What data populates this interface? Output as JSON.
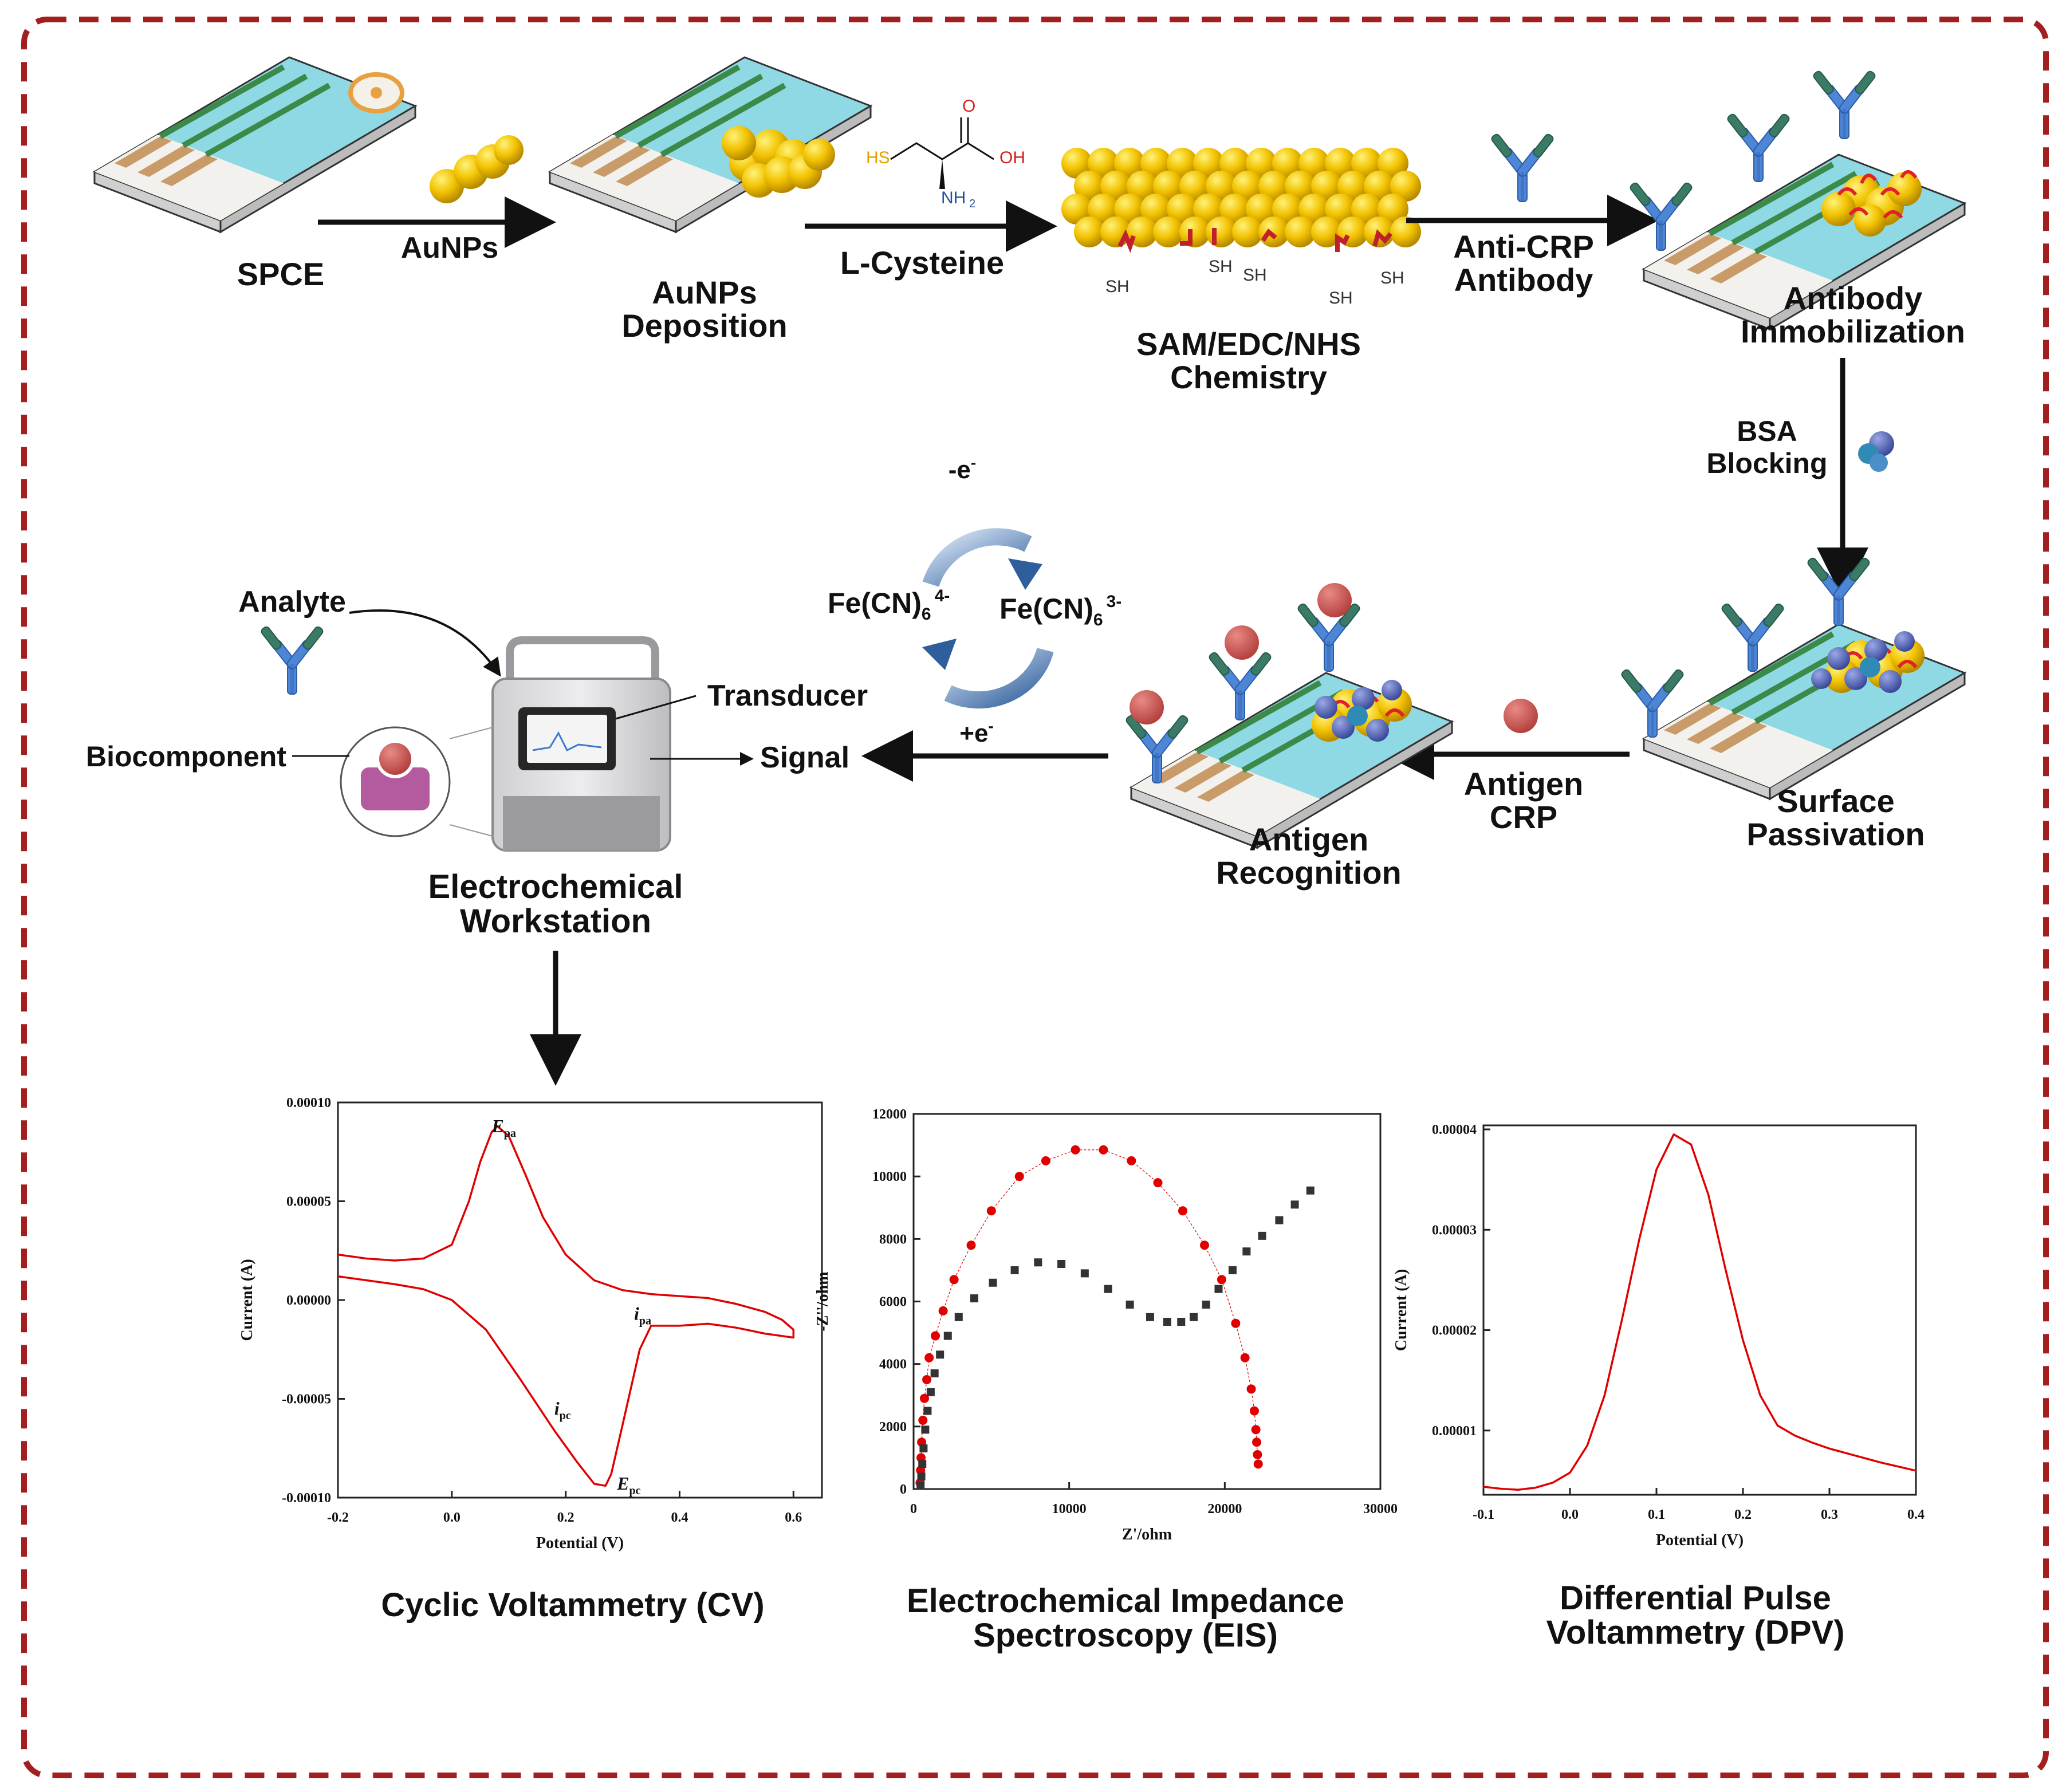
{
  "labels": {
    "spce": "SPCE",
    "aunps": "AuNPs",
    "aunps_dep_1": "AuNPs",
    "aunps_dep_2": "Deposition",
    "l_cysteine": "L-Cysteine",
    "cys_hs": "HS",
    "cys_o": "O",
    "cys_oh": "OH",
    "cys_nh": "NH",
    "cys_nh_sub": "2",
    "sam_1": "SAM/EDC/NHS",
    "sam_2": "Chemistry",
    "sh": "SH",
    "anti_1": "Anti-CRP",
    "anti_2": "Antibody",
    "immob_1": "Antibody",
    "immob_2": "Immobilization",
    "bsa_1": "BSA",
    "bsa_2": "Blocking",
    "passiv_1": "Surface",
    "passiv_2": "Passivation",
    "antigen_1": "Antigen",
    "antigen_2": "CRP",
    "recog_1": "Antigen",
    "recog_2": "Recognition",
    "redox_top": "-e",
    "redox_bottom": "+e",
    "redox_sup": "-",
    "fe_left": "Fe(CN)",
    "fe_left_sub": "6",
    "fe_left_sup": "4-",
    "fe_right": "Fe(CN)",
    "fe_right_sub": "6",
    "fe_right_sup": "3-",
    "analyte": "Analyte",
    "biocomponent": "Biocomponent",
    "transducer": "Transducer",
    "signal": "Signal",
    "workstation_1": "Electrochemical",
    "workstation_2": "Workstation",
    "cv_title": "Cyclic Voltammetry (CV)",
    "eis_title_1": "Electrochemical Impedance",
    "eis_title_2": "Spectroscopy (EIS)",
    "dpv_title_1": "Differential Pulse",
    "dpv_title_2": "Voltammetry (DPV)"
  },
  "colors": {
    "border": "#a31f1f",
    "gold": "#f2c200",
    "gold_dark": "#c99a00",
    "electrode": "#7ad3e0",
    "antibody_blue": "#4d86d6",
    "antibody_green": "#3a7a66",
    "antigen": "#c0504d",
    "bsa": "#5b6fb5",
    "chart_red": "#e00000",
    "chart_black": "#333333",
    "redox_arrow": "#3b6fb0"
  },
  "chart_data": [
    {
      "type": "line",
      "name": "cv",
      "xlabel": "Potential (V)",
      "ylabel": "Current (A)",
      "xlim": [
        -0.2,
        0.65
      ],
      "ylim": [
        -0.0001,
        0.0001
      ],
      "xticks": [
        "-0.2",
        "0.0",
        "0.2",
        "0.4",
        "0.6"
      ],
      "xtick_values": [
        -0.2,
        0.0,
        0.2,
        0.4,
        0.6
      ],
      "yticks": [
        "0.00010",
        "0.00005",
        "0.00000",
        "-0.00005",
        "-0.00010"
      ],
      "ytick_values": [
        0.0001,
        5e-05,
        0.0,
        -5e-05,
        -0.0001
      ],
      "annotations": [
        {
          "text": "E",
          "sub": "pa",
          "x": 0.07,
          "y": 8.5e-05
        },
        {
          "text": "i",
          "sub": "pa",
          "x": 0.32,
          "y": -1e-05
        },
        {
          "text": "i",
          "sub": "pc",
          "x": 0.18,
          "y": -5.8e-05
        },
        {
          "text": "E",
          "sub": "pc",
          "x": 0.29,
          "y": -9.6e-05
        }
      ],
      "series": [
        {
          "x": [
            -0.2,
            -0.15,
            -0.1,
            -0.05,
            0.0,
            0.03,
            0.05,
            0.07,
            0.08,
            0.1,
            0.13,
            0.16,
            0.2,
            0.25,
            0.3,
            0.35,
            0.4,
            0.45,
            0.5,
            0.55,
            0.58,
            0.6,
            0.6,
            0.55,
            0.5,
            0.45,
            0.4,
            0.35,
            0.33,
            0.3,
            0.28,
            0.27,
            0.25,
            0.22,
            0.18,
            0.12,
            0.06,
            0.0,
            -0.05,
            -0.1,
            -0.15,
            -0.2
          ],
          "y": [
            2.3e-05,
            2.1e-05,
            2e-05,
            2.1e-05,
            2.8e-05,
            5e-05,
            7e-05,
            8.5e-05,
            8.8e-05,
            8.3e-05,
            6.3e-05,
            4.2e-05,
            2.3e-05,
            1e-05,
            5e-06,
            3e-06,
            2e-06,
            1e-06,
            -2e-06,
            -6e-06,
            -1e-05,
            -1.5e-05,
            -1.9e-05,
            -1.7e-05,
            -1.4e-05,
            -1.2e-05,
            -1.3e-05,
            -1.3e-05,
            -2.5e-05,
            -6.3e-05,
            -8.8e-05,
            -9.4e-05,
            -9.3e-05,
            -8.2e-05,
            -6.6e-05,
            -4e-05,
            -1.5e-05,
            0.0,
            5.5e-06,
            8e-06,
            1e-05,
            1.2e-05
          ]
        }
      ]
    },
    {
      "type": "scatter",
      "name": "eis",
      "xlabel": "Z'/ohm",
      "ylabel": "-Z''/ohm",
      "xlim": [
        0,
        30000
      ],
      "ylim": [
        0,
        12000
      ],
      "xticks": [
        "0",
        "10000",
        "20000",
        "30000"
      ],
      "xtick_values": [
        0,
        10000,
        20000,
        30000
      ],
      "yticks": [
        "0",
        "2000",
        "4000",
        "6000",
        "8000",
        "10000",
        "12000"
      ],
      "ytick_values": [
        0,
        2000,
        4000,
        6000,
        8000,
        10000,
        12000
      ],
      "series": [
        {
          "marker": "circle",
          "color": "#e00000",
          "x": [
            420,
            450,
            480,
            520,
            600,
            700,
            850,
            1000,
            1400,
            1900,
            2600,
            3700,
            5000,
            6800,
            8500,
            10400,
            12200,
            14000,
            15700,
            17300,
            18700,
            19800,
            20700,
            21300,
            21700,
            21900,
            22000,
            22050,
            22100,
            22150
          ],
          "y": [
            200,
            600,
            1000,
            1500,
            2200,
            2900,
            3500,
            4200,
            4900,
            5700,
            6700,
            7800,
            8900,
            10000,
            10500,
            10850,
            10850,
            10500,
            9800,
            8900,
            7800,
            6700,
            5300,
            4200,
            3200,
            2500,
            1900,
            1500,
            1100,
            800
          ]
        },
        {
          "marker": "square",
          "color": "#333333",
          "x": [
            450,
            500,
            560,
            640,
            750,
            900,
            1100,
            1350,
            1700,
            2200,
            2900,
            3900,
            5100,
            6500,
            8000,
            9500,
            11000,
            12500,
            13900,
            15200,
            16300,
            17200,
            18000,
            18800,
            19600,
            20500,
            21400,
            22400,
            23500,
            24500,
            25500
          ],
          "y": [
            100,
            400,
            800,
            1300,
            1900,
            2500,
            3100,
            3700,
            4300,
            4900,
            5500,
            6100,
            6600,
            7000,
            7250,
            7200,
            6900,
            6400,
            5900,
            5500,
            5350,
            5350,
            5500,
            5900,
            6400,
            7000,
            7600,
            8100,
            8600,
            9100,
            9550
          ]
        }
      ]
    },
    {
      "type": "line",
      "name": "dpv",
      "xlabel": "Potential (V)",
      "ylabel": "Current (A)",
      "xlim": [
        -0.1,
        0.4
      ],
      "ylim": [
        3.6e-06,
        4.04e-05
      ],
      "xticks": [
        "-0.1",
        "0.0",
        "0.1",
        "0.2",
        "0.3",
        "0.4"
      ],
      "xtick_values": [
        -0.1,
        0.0,
        0.1,
        0.2,
        0.3,
        0.4
      ],
      "yticks": [
        "0.00004",
        "0.00003",
        "0.00002",
        "0.00001"
      ],
      "ytick_values": [
        4e-05,
        3e-05,
        2e-05,
        1e-05
      ],
      "series": [
        {
          "x": [
            -0.1,
            -0.08,
            -0.06,
            -0.04,
            -0.02,
            0.0,
            0.02,
            0.04,
            0.06,
            0.08,
            0.1,
            0.12,
            0.14,
            0.16,
            0.18,
            0.2,
            0.22,
            0.24,
            0.26,
            0.28,
            0.3,
            0.33,
            0.36,
            0.4
          ],
          "y": [
            4.4e-06,
            4.2e-06,
            4.1e-06,
            4.3e-06,
            4.8e-06,
            5.8e-06,
            8.5e-06,
            1.35e-05,
            2.1e-05,
            2.9e-05,
            3.6e-05,
            3.95e-05,
            3.85e-05,
            3.35e-05,
            2.6e-05,
            1.9e-05,
            1.35e-05,
            1.05e-05,
            9.5e-06,
            8.8e-06,
            8.2e-06,
            7.5e-06,
            6.8e-06,
            6e-06
          ]
        }
      ]
    }
  ]
}
